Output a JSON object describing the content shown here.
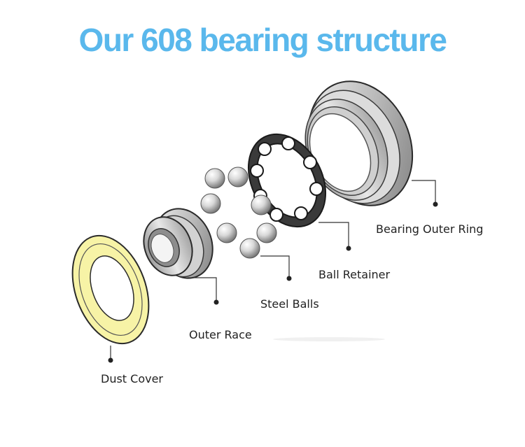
{
  "title": "Our 608 bearing structure",
  "colors": {
    "title": "#5ab8ec",
    "dust_cover_face": "#f7f3a6",
    "metal_light": "#e4e4e4",
    "metal_dark": "#8a8a8a",
    "outline": "#2a2a2a"
  },
  "labels": {
    "bearing_outer_ring": "Bearing Outer Ring",
    "ball_retainer": "Ball Retainer",
    "steel_balls": "Steel Balls",
    "outer_race": "Outer Race",
    "dust_cover": "Dust Cover"
  }
}
